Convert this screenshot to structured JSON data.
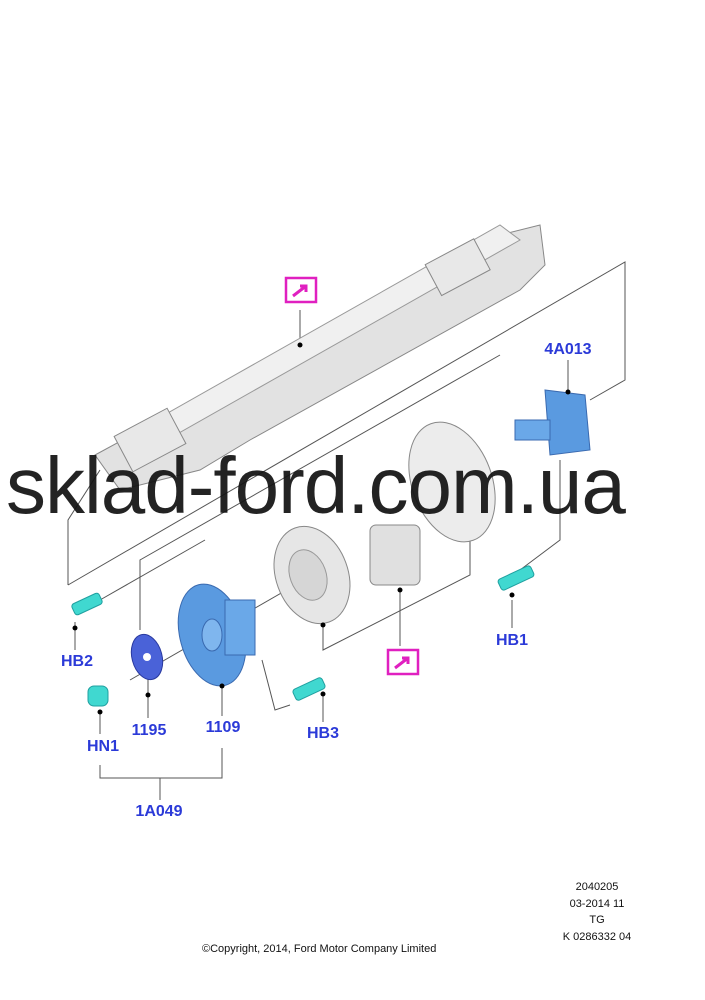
{
  "diagram": {
    "callouts": {
      "hb2": "HB2",
      "hn1": "HN1",
      "p1195": "1195",
      "p1109": "1109",
      "p1a049": "1A049",
      "hb3": "HB3",
      "hb1": "HB1",
      "p4a013": "4A013"
    },
    "colors": {
      "label": "#2b3ad8",
      "reference_box": "#e020c0",
      "fastener": "#40d8d0",
      "hub": "#5a9ae0",
      "washer": "#4a62d8",
      "beam": "#d8d8d8"
    }
  },
  "watermark": "sklad-ford.com.ua",
  "info_block": [
    "2040205",
    "03-2014 11",
    "TG",
    "K 0286332 04"
  ],
  "copyright": "©Copyright, 2014, Ford Motor Company Limited"
}
